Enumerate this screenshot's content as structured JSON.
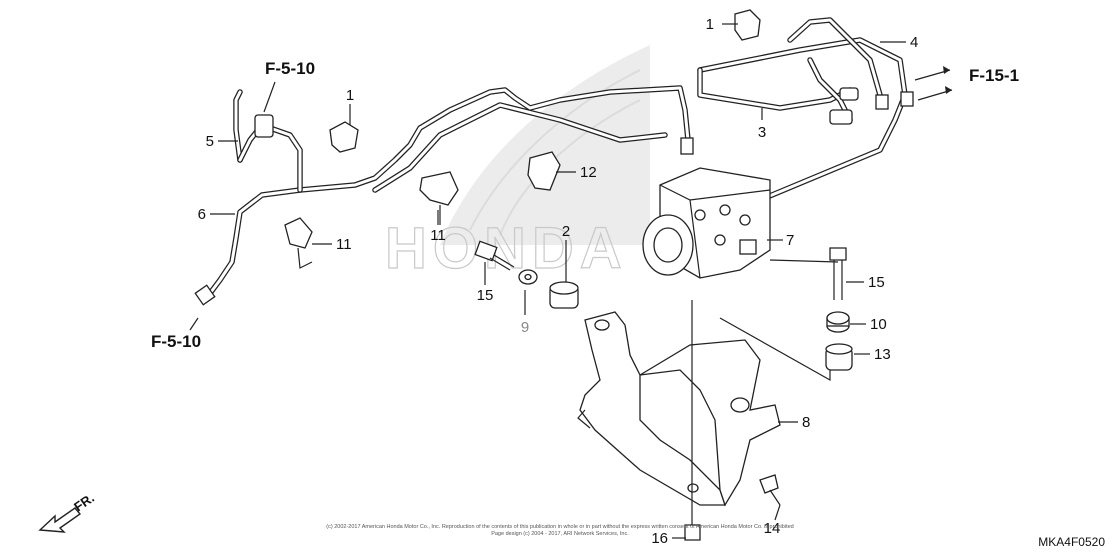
{
  "diagram": {
    "part_numbers": {
      "p1a": "1",
      "p1b": "1",
      "p2": "2",
      "p3": "3",
      "p4": "4",
      "p5": "5",
      "p6": "6",
      "p7": "7",
      "p8": "8",
      "p9": "9",
      "p10": "10",
      "p11a": "11",
      "p11b": "11",
      "p12": "12",
      "p13": "13",
      "p14": "14",
      "p15a": "15",
      "p15b": "15",
      "p16": "16"
    },
    "references": {
      "top_left": "F-5-10",
      "bottom_left": "F-5-10",
      "right": "F-15-1"
    },
    "front_label": "FR.",
    "watermark": "HONDA",
    "diagram_code": "MKA4F0520",
    "copyright_line1": "(c) 2002-2017 American Honda Motor Co., Inc. Reproduction of the contents of this publication in whole or in part without the express written consent of American Honda Motor Co. is prohibited",
    "copyright_line2": "Page design (c) 2004 - 2017, ARI Network Services, Inc."
  }
}
